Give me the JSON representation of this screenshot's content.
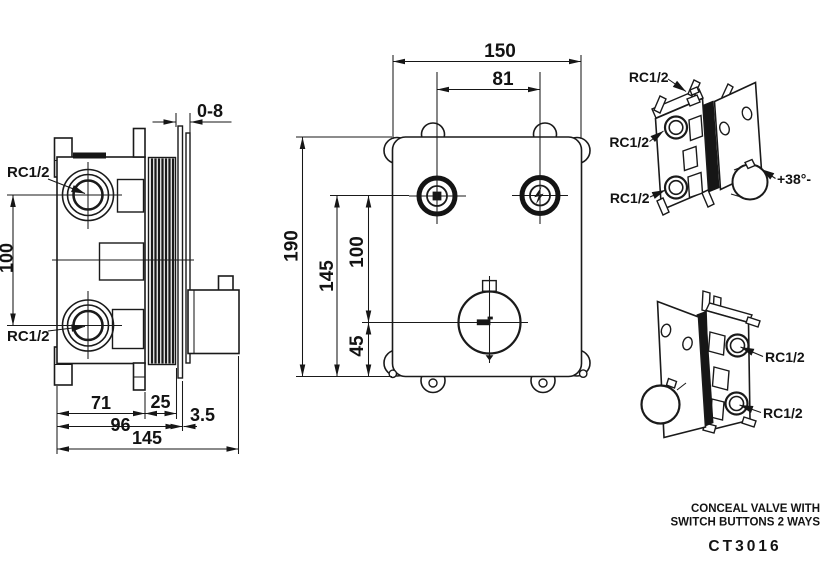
{
  "title_block": {
    "line1": "CONCEAL VALVE WITH",
    "line2": "SWITCH BUTTONS 2 WAYS",
    "model": "CT3016"
  },
  "side_view": {
    "port_top_label": "RC1/2",
    "port_bottom_label": "RC1/2",
    "dim_depth_adjust": "0-8",
    "dim_port_spacing": "100",
    "dim_body_depth": "71",
    "dim_thread_depth": "25",
    "dim_to_plate": "96",
    "dim_plate_thickness": "3.5",
    "dim_total_depth": "145"
  },
  "front_view": {
    "dim_width": "150",
    "dim_button_spacing": "81",
    "dim_height": "190",
    "dim_buttons_to_bottom": "145",
    "dim_buttons_to_dial": "100",
    "dim_dial_to_bottom": "45"
  },
  "iso_front_view": {
    "port_label_top": "RC1/2",
    "port_label_mid": "RC1/2",
    "port_label_bottom": "RC1/2",
    "temp_label": "+38°-"
  },
  "iso_back_view": {
    "port_label_top": "RC1/2",
    "port_label_bottom": "RC1/2"
  }
}
